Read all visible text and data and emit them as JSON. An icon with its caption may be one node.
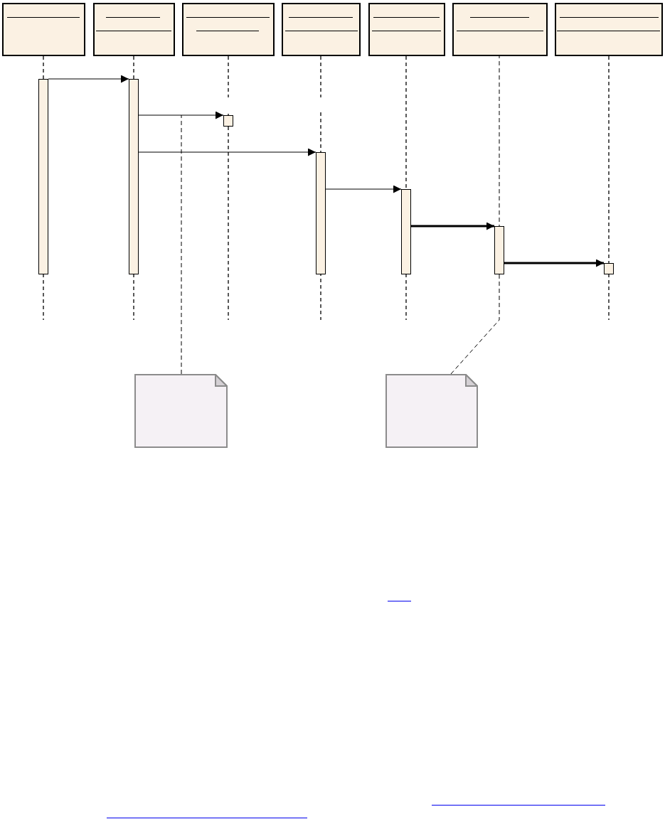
{
  "diagram": {
    "nodes": [
      {
        "text": [],
        "shape": "box"
      },
      {
        "text": [],
        "shape": "box"
      },
      {
        "text": [],
        "shape": "box"
      },
      {
        "text": [],
        "shape": "box"
      },
      {
        "text": [],
        "shape": "box"
      },
      {
        "text": [],
        "shape": "box"
      },
      {
        "text": [],
        "shape": "box"
      },
      {
        "text": [],
        "shape": "bar"
      },
      {
        "text": [],
        "shape": "bar"
      },
      {
        "text": [],
        "shape": "bar"
      },
      {
        "text": [],
        "shape": "bar"
      },
      {
        "text": [],
        "shape": "bar"
      },
      {
        "text": [],
        "shape": "bar"
      },
      {
        "text": [],
        "shape": "bar"
      },
      {
        "text": [],
        "shape": "note"
      },
      {
        "text": [],
        "shape": "note"
      }
    ],
    "edges": [
      {
        "from": 7,
        "to": 8,
        "arrow": "to"
      },
      {
        "from": 8,
        "to": 9,
        "arrow": "to"
      },
      {
        "from": 8,
        "to": 10,
        "arrow": "to"
      },
      {
        "from": 10,
        "to": 11,
        "arrow": "to"
      },
      {
        "from": 11,
        "to": 12,
        "arrow": "to",
        "style": "thick"
      },
      {
        "from": 12,
        "to": 13,
        "arrow": "to",
        "style": "thick"
      },
      {
        "from": 14,
        "to": null,
        "arrow": "none",
        "style": "dashed"
      },
      {
        "from": 15,
        "to": 5,
        "arrow": "none",
        "style": "dashed"
      }
    ]
  }
}
